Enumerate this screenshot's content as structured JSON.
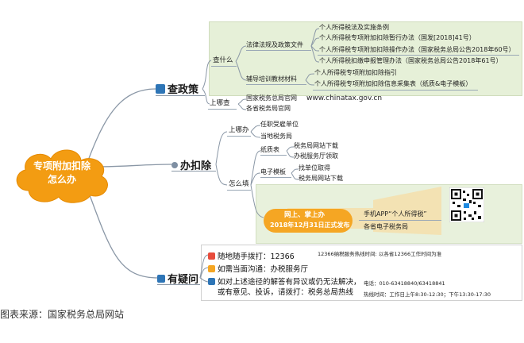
{
  "center": {
    "line1": "专项附加扣除",
    "line2": "怎么办"
  },
  "colors": {
    "cloud": "#f39c12",
    "cloud_text": "#ffffff",
    "green_panel": "#e6f0d8",
    "orange_arrow": "#f5a623",
    "blue_icon": "#2e75b6"
  },
  "branch_check": {
    "label": "查政策",
    "what": {
      "label": "查什么",
      "laws": {
        "label": "法律法规及政策文件",
        "items": [
          "个人所得税法及实施条例",
          "个人所得税专项附加扣除暂行办法（国发[2018]41号）",
          "个人所得税专项附加扣除操作办法（国家税务总局公告2018年60号）",
          "个人所得税扣缴申报管理办法（国家税务总局公告2018年61号）"
        ]
      },
      "training": {
        "label": "辅导培训教材材料",
        "items": [
          "个人所得税专项附加扣除指引",
          "个人所得税专项附加扣除信息采集表（纸质&电子模板）"
        ]
      }
    },
    "where": {
      "label": "上哪查",
      "items": [
        "国家税务总局官网",
        "各省税务局官网"
      ],
      "url": "www.chinatax.gov.cn"
    }
  },
  "branch_deduct": {
    "label": "办扣除",
    "where": {
      "label": "上哪办",
      "items": [
        "任职受雇单位",
        "当地税务局"
      ]
    },
    "how": {
      "label": "怎么填",
      "paper": {
        "label": "纸质表",
        "items": [
          "税务局网站下载",
          "办税服务厅领取"
        ]
      },
      "electronic": {
        "label": "电子模板",
        "items": [
          "找单位取得",
          "税务局网站下载"
        ]
      },
      "online": {
        "badge_line1": "网上、掌上办",
        "badge_line2": "2018年12月31日正式发布",
        "items": [
          "手机APP“个人所得税”",
          "各省电子税务局"
        ]
      }
    }
  },
  "branch_question": {
    "label": "有疑问",
    "items": [
      "随地随手拨打：12366",
      "如需当面沟通：办税服务厅",
      "如对上述途径的解答有异议或仍无法解决，",
      "或有意见、投诉，请拨打：税务总局热线"
    ],
    "notes": {
      "hotline": "12366纳税服务热线时间: 以各省12366工作时间为准",
      "phone": "电话：010-63418840/63418841",
      "hours": "热线时间：工作日上午8:30-12:30；下午13:30-17:30"
    }
  },
  "source": "图表来源：国家税务总局网站"
}
